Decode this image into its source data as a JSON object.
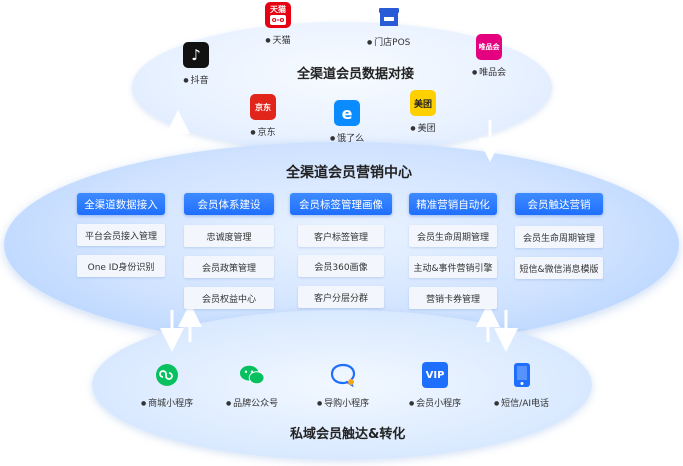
{
  "top": {
    "title": "全渠道会员数据对接",
    "platforms": [
      {
        "label": "天猫",
        "icon": "tmall-icon",
        "badge": "天猫",
        "color": "#e60012"
      },
      {
        "label": "门店POS",
        "icon": "store-icon",
        "color": "#2a5bd7"
      },
      {
        "label": "抖音",
        "icon": "douyin-icon",
        "badge": "♪",
        "color": "#111111"
      },
      {
        "label": "唯品会",
        "icon": "vipshop-icon",
        "badge": "唯品会",
        "color": "#e4007f"
      },
      {
        "label": "京东",
        "icon": "jd-icon",
        "badge": "京东",
        "color": "#e1251b"
      },
      {
        "label": "饿了么",
        "icon": "eleme-icon",
        "badge": "e",
        "color": "#0a8cff"
      },
      {
        "label": "美团",
        "icon": "meituan-icon",
        "badge": "美团",
        "color": "#ffd000"
      }
    ]
  },
  "middle": {
    "title": "全渠道会员营销中心",
    "columns": [
      {
        "header": "全渠道数据接入",
        "items": [
          "平台会员接入管理",
          "One ID身份识别"
        ]
      },
      {
        "header": "会员体系建设",
        "items": [
          "忠诚度管理",
          "会员政策管理",
          "会员权益中心"
        ]
      },
      {
        "header": "会员标签管理画像",
        "items": [
          "客户标签管理",
          "会员360画像",
          "客户分层分群"
        ]
      },
      {
        "header": "精准营销自动化",
        "items": [
          "会员生命周期管理",
          "主动&事件营销引擎",
          "营销卡券管理"
        ]
      },
      {
        "header": "会员触达营销",
        "items": [
          "会员生命周期管理",
          "短信&微信消息模版"
        ]
      }
    ]
  },
  "bottom": {
    "title": "私域会员触达&转化",
    "channels": [
      {
        "label": "商城小程序",
        "icon": "mini-program-icon",
        "color": "#07c160"
      },
      {
        "label": "品牌公众号",
        "icon": "wechat-icon",
        "color": "#07c160"
      },
      {
        "label": "导购小程序",
        "icon": "chat-bubble-icon",
        "color": "#1f6fff"
      },
      {
        "label": "会员小程序",
        "icon": "vip-icon",
        "badge": "VIP",
        "color": "#1f6fff"
      },
      {
        "label": "短信/AI电话",
        "icon": "phone-icon",
        "color": "#1f6fff"
      }
    ]
  }
}
